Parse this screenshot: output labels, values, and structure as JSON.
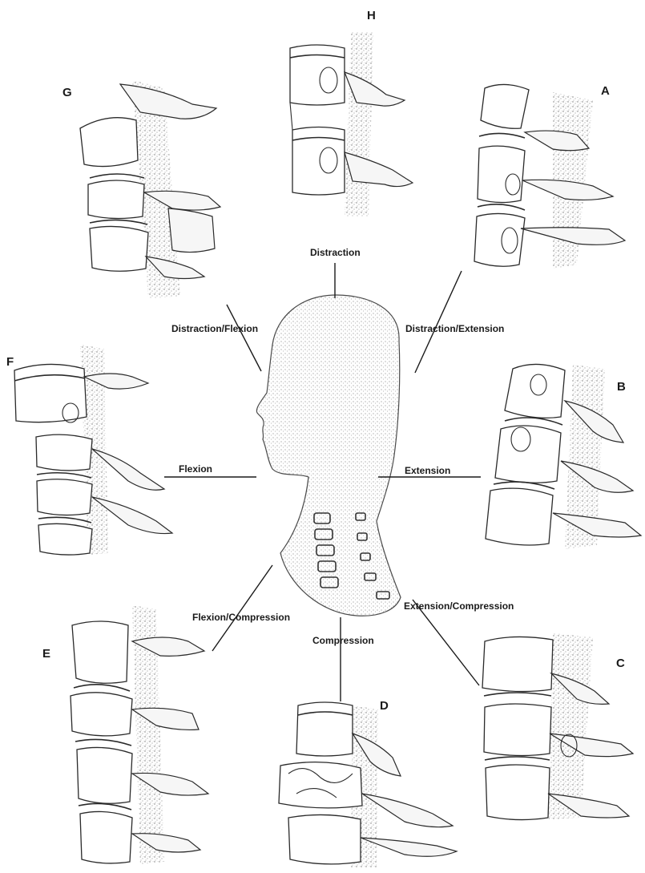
{
  "center": {
    "icon": "head-silhouette-icon"
  },
  "panels": [
    {
      "letter": "H",
      "mechanism": "Distraction"
    },
    {
      "letter": "A",
      "mechanism": "Distraction/Extension"
    },
    {
      "letter": "B",
      "mechanism": "Extension"
    },
    {
      "letter": "C",
      "mechanism": "Extension/Compression"
    },
    {
      "letter": "D",
      "mechanism": "Compression"
    },
    {
      "letter": "E",
      "mechanism": "Flexion/Compression"
    },
    {
      "letter": "F",
      "mechanism": "Flexion"
    },
    {
      "letter": "G",
      "mechanism": "Distraction/Flexion"
    }
  ]
}
